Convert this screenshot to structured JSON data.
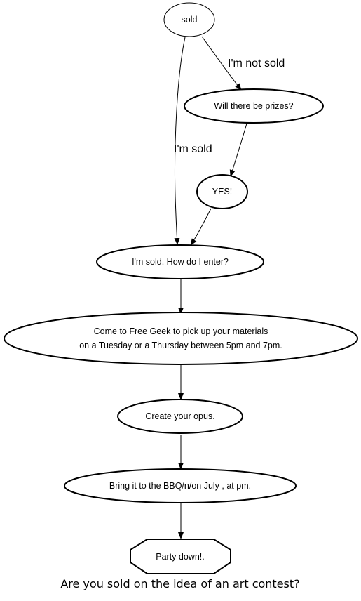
{
  "diagram": {
    "title": "Are you sold on the idea of an art contest?",
    "nodes": {
      "sold": "sold",
      "prizes": "Will there be prizes?",
      "yes": "YES!",
      "enter": "I'm sold. How do I enter?",
      "pickup_line1": "Come to Free Geek to pick up your materials",
      "pickup_line2": "on a Tuesday or a Thursday between 5pm and 7pm.",
      "opus": "Create your opus.",
      "bbq": "Bring it to the BBQ/n/on July , at pm.",
      "party": "Party down!."
    },
    "edges": {
      "not_sold": "I'm not sold",
      "sold": "I'm sold"
    }
  }
}
